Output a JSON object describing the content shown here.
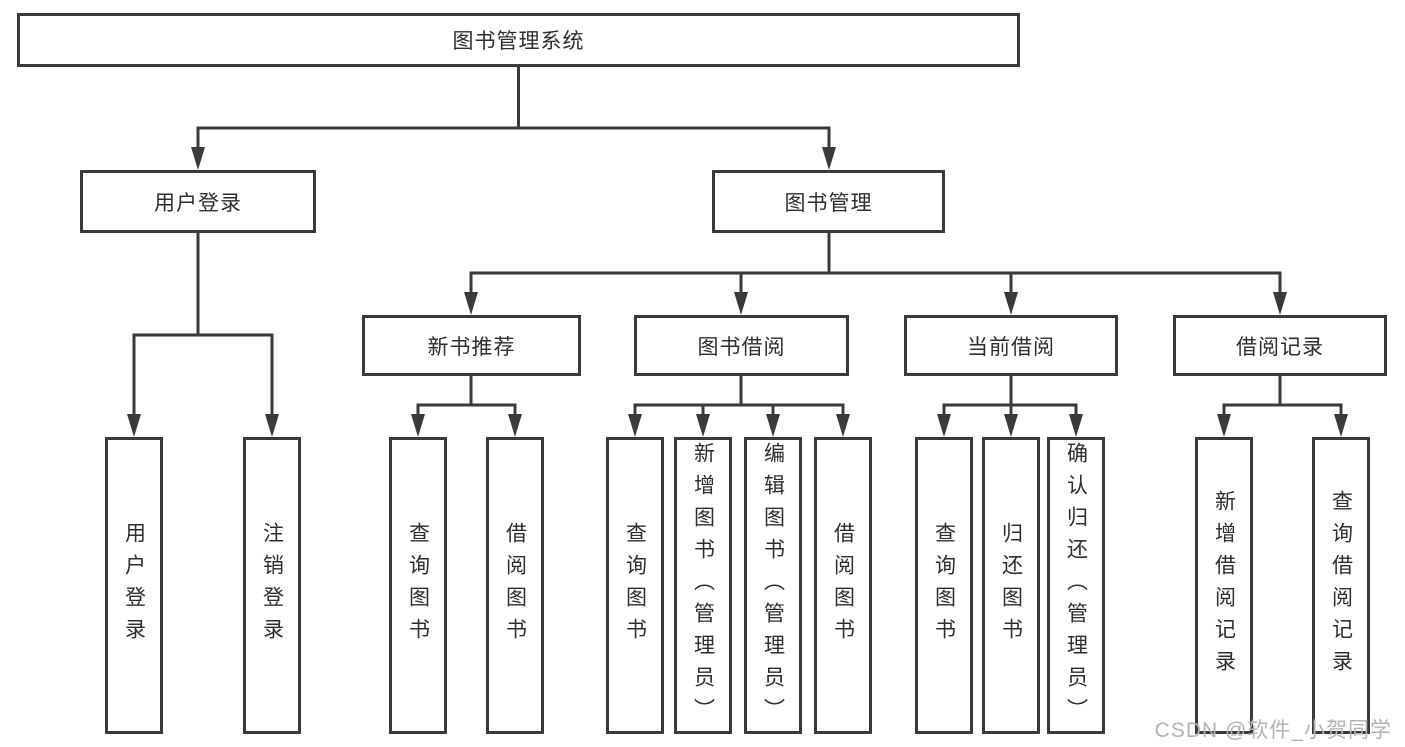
{
  "diagram": {
    "title": "图书管理系统",
    "colors": {
      "line": "#3a3a3a",
      "box_border": "#3a3a3a",
      "text": "#2e2e2e",
      "background": "#ffffff",
      "watermark": "#b3b3b3"
    },
    "tree": {
      "label": "图书管理系统",
      "children": [
        {
          "label": "用户登录",
          "children": [
            {
              "label": "用户登录"
            },
            {
              "label": "注销登录"
            }
          ]
        },
        {
          "label": "图书管理",
          "children": [
            {
              "label": "新书推荐",
              "children": [
                {
                  "label": "查询图书"
                },
                {
                  "label": "借阅图书"
                }
              ]
            },
            {
              "label": "图书借阅",
              "children": [
                {
                  "label": "查询图书"
                },
                {
                  "label": "新增图书（管理员）"
                },
                {
                  "label": "编辑图书（管理员）"
                },
                {
                  "label": "借阅图书"
                }
              ]
            },
            {
              "label": "当前借阅",
              "children": [
                {
                  "label": "查询图书"
                },
                {
                  "label": "归还图书"
                },
                {
                  "label": "确认归还（管理员）"
                }
              ]
            },
            {
              "label": "借阅记录",
              "children": [
                {
                  "label": "新增借阅记录"
                },
                {
                  "label": "查询借阅记录"
                }
              ]
            }
          ]
        }
      ]
    },
    "watermark": "CSDN @软件_小贺同学"
  }
}
